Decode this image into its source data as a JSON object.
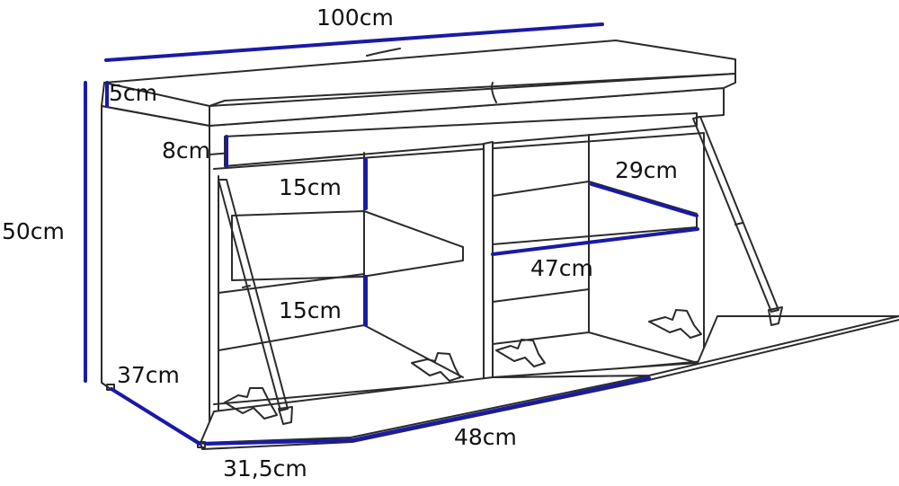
{
  "colors": {
    "dimension_line": "#1a1aa6",
    "outline": "#2b2b2b",
    "label": "#111111"
  },
  "dimensions": {
    "width_total": "100cm",
    "cushion_height": "5cm",
    "drawer_height": "8cm",
    "height_total": "50cm",
    "shelf_upper_gap": "15cm",
    "shelf_lower_gap": "15cm",
    "right_shelf_depth": "29cm",
    "right_compartment_width": "47cm",
    "depth_total": "37cm",
    "flap_width": "48cm",
    "depth_inner": "31,5cm"
  }
}
